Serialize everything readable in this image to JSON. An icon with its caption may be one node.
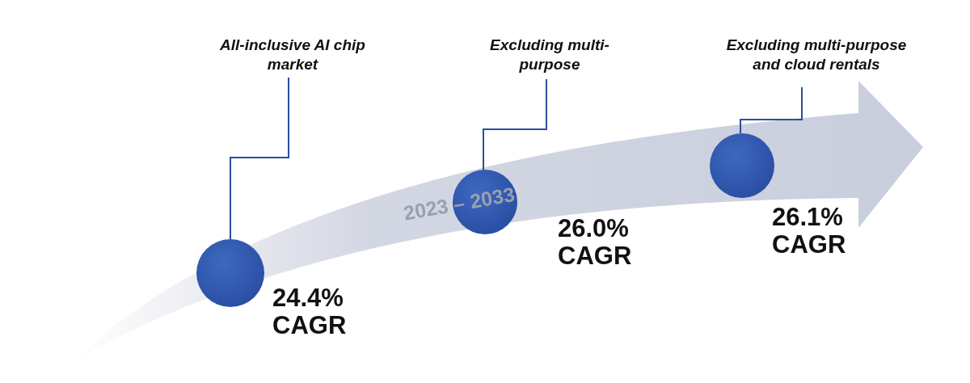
{
  "diagram": {
    "nodes": [
      {
        "text": [
          "All-inclusive AI chip market"
        ]
      },
      {
        "text": [],
        "shape": "circle",
        "beside": [
          "24.4% CAGR"
        ]
      },
      {
        "text": [
          "Excluding multi-purpose"
        ]
      },
      {
        "text": [],
        "shape": "circle",
        "beside": [
          "26.0% CAGR"
        ]
      },
      {
        "text": [
          "Excluding multi-purpose and cloud rentals"
        ]
      },
      {
        "text": [],
        "shape": "circle",
        "beside": [
          "26.1% CAGR"
        ]
      }
    ],
    "labels": [
      "2023 – 2033"
    ],
    "edges": [
      {
        "from": 0,
        "to": 1,
        "arrow": "none"
      },
      {
        "from": 2,
        "to": 3,
        "arrow": "none"
      },
      {
        "from": 4,
        "to": 5,
        "arrow": "none"
      }
    ]
  }
}
